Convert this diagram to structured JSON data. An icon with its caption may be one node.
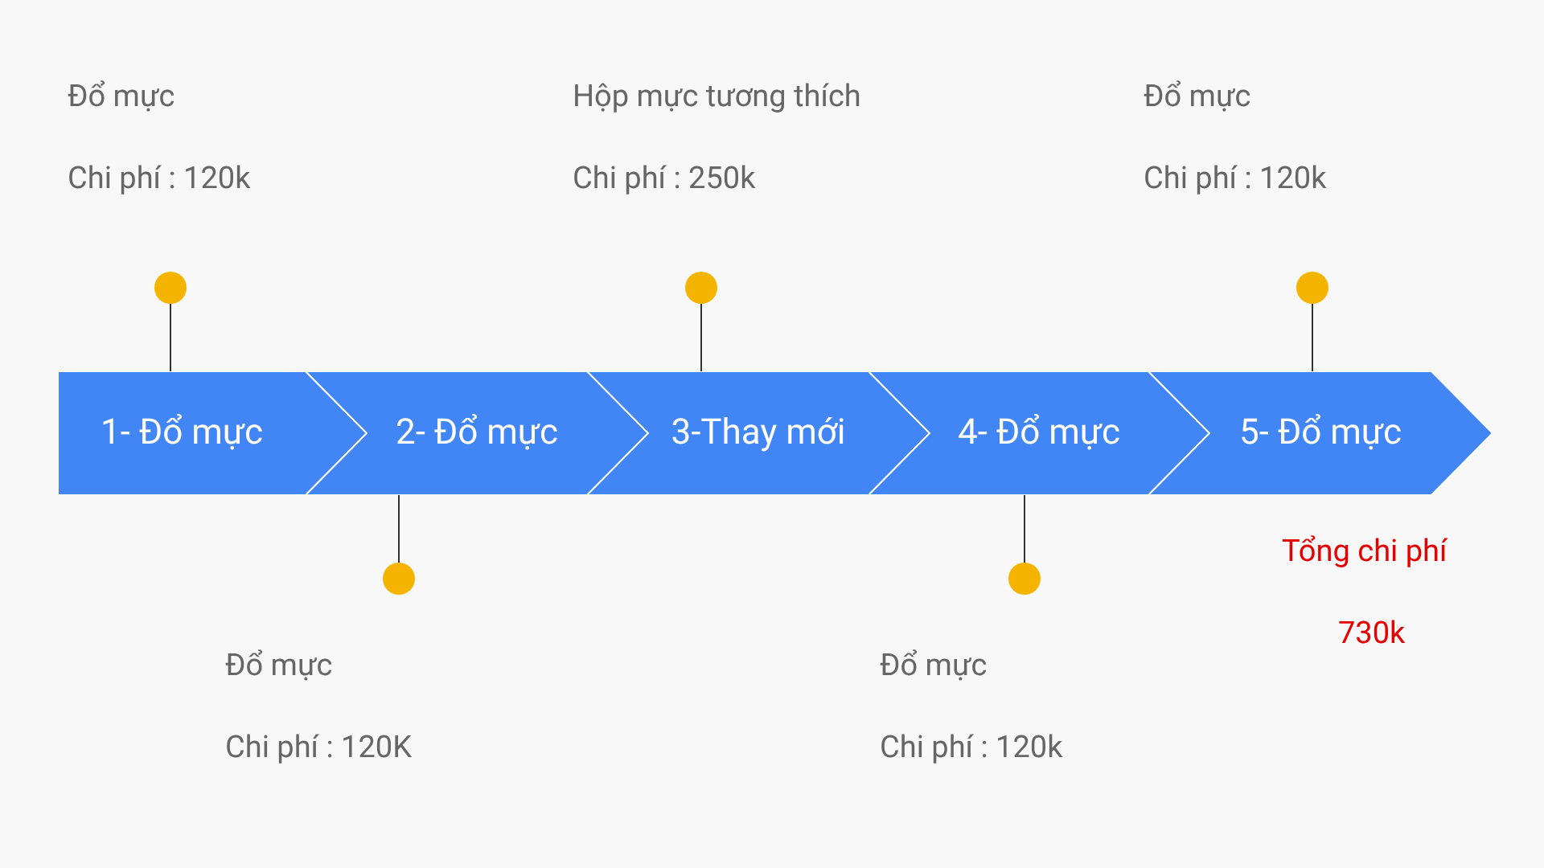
{
  "diagram": {
    "nodes": [
      {
        "text": [
          "1- Đổ mực"
        ]
      },
      {
        "text": [
          "2- Đổ mực"
        ]
      },
      {
        "text": [
          "3-Thay mới"
        ]
      },
      {
        "text": [
          "4- Đổ mực"
        ]
      },
      {
        "text": [
          "5- Đổ mực"
        ]
      },
      {
        "text": [],
        "shape": "circle",
        "beside": [
          "Đổ mực",
          "Chi phí : 120k"
        ]
      },
      {
        "text": [],
        "shape": "circle",
        "beside": [
          "Đổ mực",
          "Chi phí : 120K"
        ]
      },
      {
        "text": [],
        "shape": "circle",
        "beside": [
          "Hộp mực tương thích",
          "Chi phí : 250k"
        ]
      },
      {
        "text": [],
        "shape": "circle",
        "beside": [
          "Đổ mực",
          "Chi phí : 120k"
        ]
      },
      {
        "text": [],
        "shape": "circle",
        "beside": [
          "Đổ mực",
          "Chi phí : 120k"
        ]
      }
    ],
    "edges": [
      {
        "from": 5,
        "to": 0,
        "arrow": "none"
      },
      {
        "from": 6,
        "to": 1,
        "arrow": "none"
      },
      {
        "from": 7,
        "to": 2,
        "arrow": "none"
      },
      {
        "from": 8,
        "to": 3,
        "arrow": "none"
      },
      {
        "from": 9,
        "to": 4,
        "arrow": "none"
      }
    ],
    "labels": [
      "Tổng chi phí",
      "730k"
    ]
  }
}
